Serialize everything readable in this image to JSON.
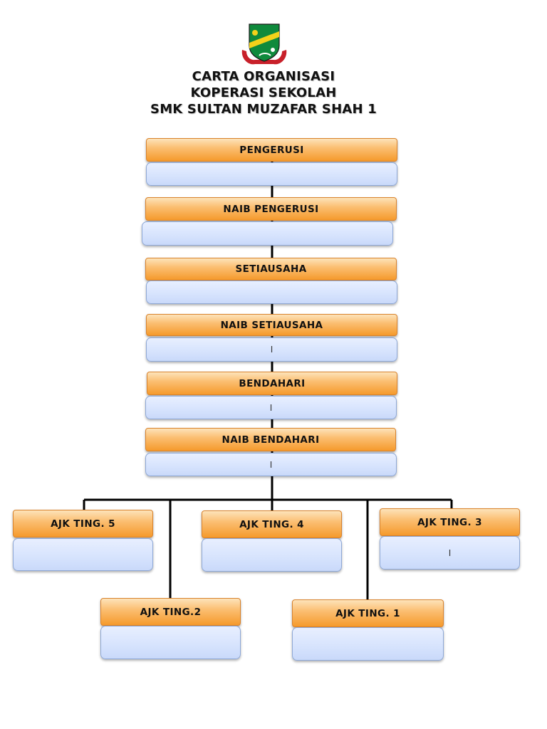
{
  "logo": {
    "icon": "school-crest-icon",
    "colors": {
      "shield_green": "#0f8a3c",
      "stripe_yellow": "#f3d21a",
      "ribbon_red": "#c8202a"
    }
  },
  "title": {
    "line1": "CARTA ORGANISASI",
    "line2": "KOPERASI SEKOLAH",
    "line3": "SMK SULTAN MUZAFAR SHAH 1"
  },
  "officers": [
    {
      "role": "PENGERUSI",
      "name": ""
    },
    {
      "role": "NAIB PENGERUSI",
      "name": ""
    },
    {
      "role": "SETIAUSAHA",
      "name": ""
    },
    {
      "role": "NAIB SETIAUSAHA",
      "name": "I"
    },
    {
      "role": "BENDAHARI",
      "name": "I"
    },
    {
      "role": "NAIB BENDAHARI",
      "name": "I"
    }
  ],
  "committee": [
    {
      "role": "AJK TING. 5",
      "name": ""
    },
    {
      "role": "AJK TING. 4",
      "name": ""
    },
    {
      "role": "AJK TING. 3",
      "name": "I"
    },
    {
      "role": "AJK TING.2",
      "name": ""
    },
    {
      "role": "AJK TING. 1",
      "name": ""
    }
  ],
  "colors": {
    "role_box": "#f8a844",
    "name_box": "#d6e3fd",
    "connector": "#000000"
  }
}
